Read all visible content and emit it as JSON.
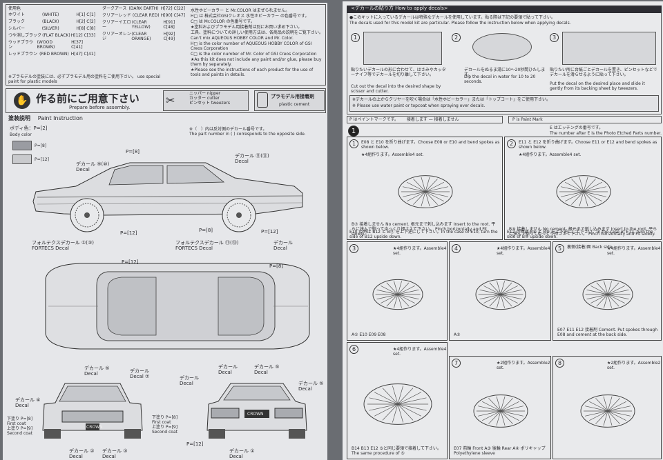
{
  "left": {
    "color_table": {
      "header": "使用色",
      "left_col": [
        {
          "jp": "ホワイト",
          "en": "(WHITE)",
          "code": "H[1] C[1]"
        },
        {
          "jp": "ブラック",
          "en": "(BLACK)",
          "code": "H[2] C[2]"
        },
        {
          "jp": "シルバー",
          "en": "(SILVER)",
          "code": "H[8] C[8]"
        },
        {
          "jp": "つや消しブラック",
          "en": "(FLAT BLACK)",
          "code": "H[12] C[33]"
        },
        {
          "jp": "ウッドブラウン",
          "en": "(WOOD BROWN)",
          "code": "H[37] C[41]"
        },
        {
          "jp": "レッドブラウン",
          "en": "(RED BROWN)",
          "code": "H[47] C[41]"
        }
      ],
      "mid_col": [
        {
          "jp": "ダークアース",
          "en": "(DARK EARTH)",
          "code": "H[72] C[22]"
        },
        {
          "jp": "クリアーレッド",
          "en": "(CLEAR RED)",
          "code": "H[90] C[47]"
        },
        {
          "jp": "クリアーイエロー",
          "en": "(CLEAR YELLOW)",
          "code": "H[91] C[48]"
        },
        {
          "jp": "クリアーオレンジ",
          "en": "(CLEAR ORANGE)",
          "code": "H[92] C[49]"
        }
      ],
      "note": "※プラモデルの塗装には、必ずプラモデル用の塗料をご使用下さい。 use special paint for plastic models",
      "right_notes": [
        "水性ホビーカラー と Mr.COLOR はまぜられません。",
        "H□ は 株式会社GSIクレオス 水性ホビーカラー の色番号です。",
        "C□ は Mr.COLOR の色番号です。",
        "★塗料およびプラモデル用接着剤は別にお買い求め下さい。",
        "工具、塗料についての詳しい使用方法は、各商品の説明をご覧下さい。",
        "Can't mix AQUEOUS HOBBY COLOR and Mr. Color.",
        "H□ is the color number of AQUEOUS HOBBY COLOR of GSI Creos Corporation",
        "C□ is the color number of Mr. Color of GSI Creos Corporation",
        "★As this kit does not include any paint and/or glue, please buy them by separately.",
        "★Please see the instructions of each product for the use of tools and paints in details."
      ]
    },
    "prepare": {
      "title_jp": "作る前にご用意下さい",
      "title_en": "Prepare before assembly.",
      "tools": "ニッパー nipper\nカッター cutter\nピンセット tweezers",
      "cement_jp": "プラモデル用接着剤",
      "cement_en": "plastic cement"
    },
    "paint": {
      "title_jp": "塗装説明",
      "title_en": "Paint Instruction",
      "body_color": "ボディ色：P=[2]",
      "body_color_en": "Body color",
      "swatches": [
        "P=[8]",
        "P=[12]"
      ],
      "part_note_jp": "※（　）内は反対側のデカール番号です。",
      "part_note_en": "The part number in (  ) corresponds to the opposite side.",
      "labels": {
        "decal_side_a": "デカール ⑨(⑩)\nDecal",
        "decal_side_b": "デカール ⑪(⑫)\nDecal",
        "fortecs_a": "フォルテクスデカール ①(③)\nFORTECS Decal",
        "fortecs_b": "フォルテクスデカール ⑪(⑬)\nFORTECS Decal",
        "decal_top": "デカール\nDecal",
        "p8": "P=[8]",
        "p12": "P=[12]",
        "decal5": "デカール ⑤\nDecal",
        "decal_front": "デカール\nDecal ⑦",
        "decal4": "デカール ④\nDecal",
        "decal6": "デカール\nDecal",
        "decal2": "デカール ②\nDecal",
        "decal3": "デカール ③\nDecal",
        "decal1": "デカール ①\nDecal",
        "coats": "下塗り P=[8]\nFirst coat\n上塗り P=[9]\nSecond coat",
        "coats_r": "下塗り P=[8]\nFirst coat\n上塗り P=[9]\nSecond coat",
        "grille_text": "CROWN",
        "rear_text": "CROWN"
      }
    }
  },
  "right": {
    "decal_header": "<デカールの貼り方 How to apply decals>",
    "decal_intro_jp": "●このキットに入っているデカールは特殊なデカールを使用しています。貼る際は下記の要領で貼って下さい。",
    "decal_intro_en": "The decals used for this model kit are particular. Please follow the instruction below when applying decals.",
    "steps": [
      {
        "n": "1",
        "jp": "貼りたいデカールの形に合わせて、はさみやカッターナイフ等でデカールを切り離して下さい。",
        "en": "Cut out the decal into the desired shape by scissor and cutter."
      },
      {
        "n": "2",
        "jp": "デカールをぬるま湯に10～20秒間ひたします。",
        "en": "Dip the decal in water for 10 to 20 seconds."
      },
      {
        "n": "3",
        "jp": "貼りたい所に台紙ごとデカールを置き、ピンセットなどでデカールを滑らせるように貼って下さい。",
        "en": "Put the decal on the desired place and slide it gently from its backing sheet by tweezers."
      }
    ],
    "warn_1": "※デカールの上からクリヤーを吹く場合は「水性ホビーカラー」または「トップコート」をご使用下さい。",
    "warn_2": "※ Please use water paint or topcoat when spraying over decals.",
    "legend_paint": "P はペイントマークです。",
    "legend_paint_en": "P is Paint Mark",
    "legend_glue": "接着します — 接着しません",
    "legend_etched": "E はエッチングの番号です。",
    "legend_etched_en": "The number after E is the Photo Etched Parts number.",
    "section": "1",
    "panels": [
      {
        "n": "1",
        "title": "E08 と E10 を折り曲げます。Choose E08 or E10 and bend spokes as shown below.",
        "set": "★4組作ります。Assemble4 set.",
        "notes": "B⑦ 接着しません No cement. 根元まで刺し込みます Insert to the root. 平らに挟んで馴ってゆっくり押さえて下さい。 Pinch horizontally and Fit slowly."
      },
      {
        "n": "2",
        "title": "E11 と E12 を折り曲げます。Choose E11 or E12 and bend spokes as shown below.",
        "set": "★4組作ります。Assemble4 set.",
        "notes": "B⑨ 接着しません No cement. 根元まで刺し込みます Insert to the root. 平らに挟んで馴ってゆっくり押さえて下さい。 Pinch horizontally and Fit slowly."
      },
      {
        "n": "3",
        "title": "",
        "set": "★4組作ります。Assemble4 set.",
        "notes": "A① E10 E09 E08"
      },
      {
        "n": "4",
        "title": "",
        "set": "★4組作ります。Assemble4 set.",
        "notes": "A①"
      },
      {
        "n": "5",
        "title": "裏側(接着)面 Back side",
        "set": "★4組作ります。Assemble4 set.",
        "notes": "E07 E11 E12 接着剤 Cement. Put spokes through E08 and cement at the back side."
      },
      {
        "n": "6",
        "title": "",
        "set": "★4組作ります。Assemble4 set.",
        "notes": "B14 B13 E12 ⑤と同じ要領で接着して下さい。The same procedure of ⑤"
      },
      {
        "n": "7",
        "title": "",
        "set": "★2組作ります。Assemble2 set.",
        "notes": "E07 前輪 Front A③ 後輪 Rear A④ ポリキャップ Polyethylene sleeve"
      },
      {
        "n": "8",
        "title": "",
        "set": "★2組作ります。Assemble2 set.",
        "notes": ""
      }
    ],
    "panel1_caption": "E10 の時は B12 と B⑪ を上下逆にして下さい。In the case of E10, turn the side of B12 upside down.",
    "panel2_caption": "E12 の時は B⑨ と B⑩ を上下逆にして下さい。In the case of E12, turn the side of B⑩ upside down."
  }
}
